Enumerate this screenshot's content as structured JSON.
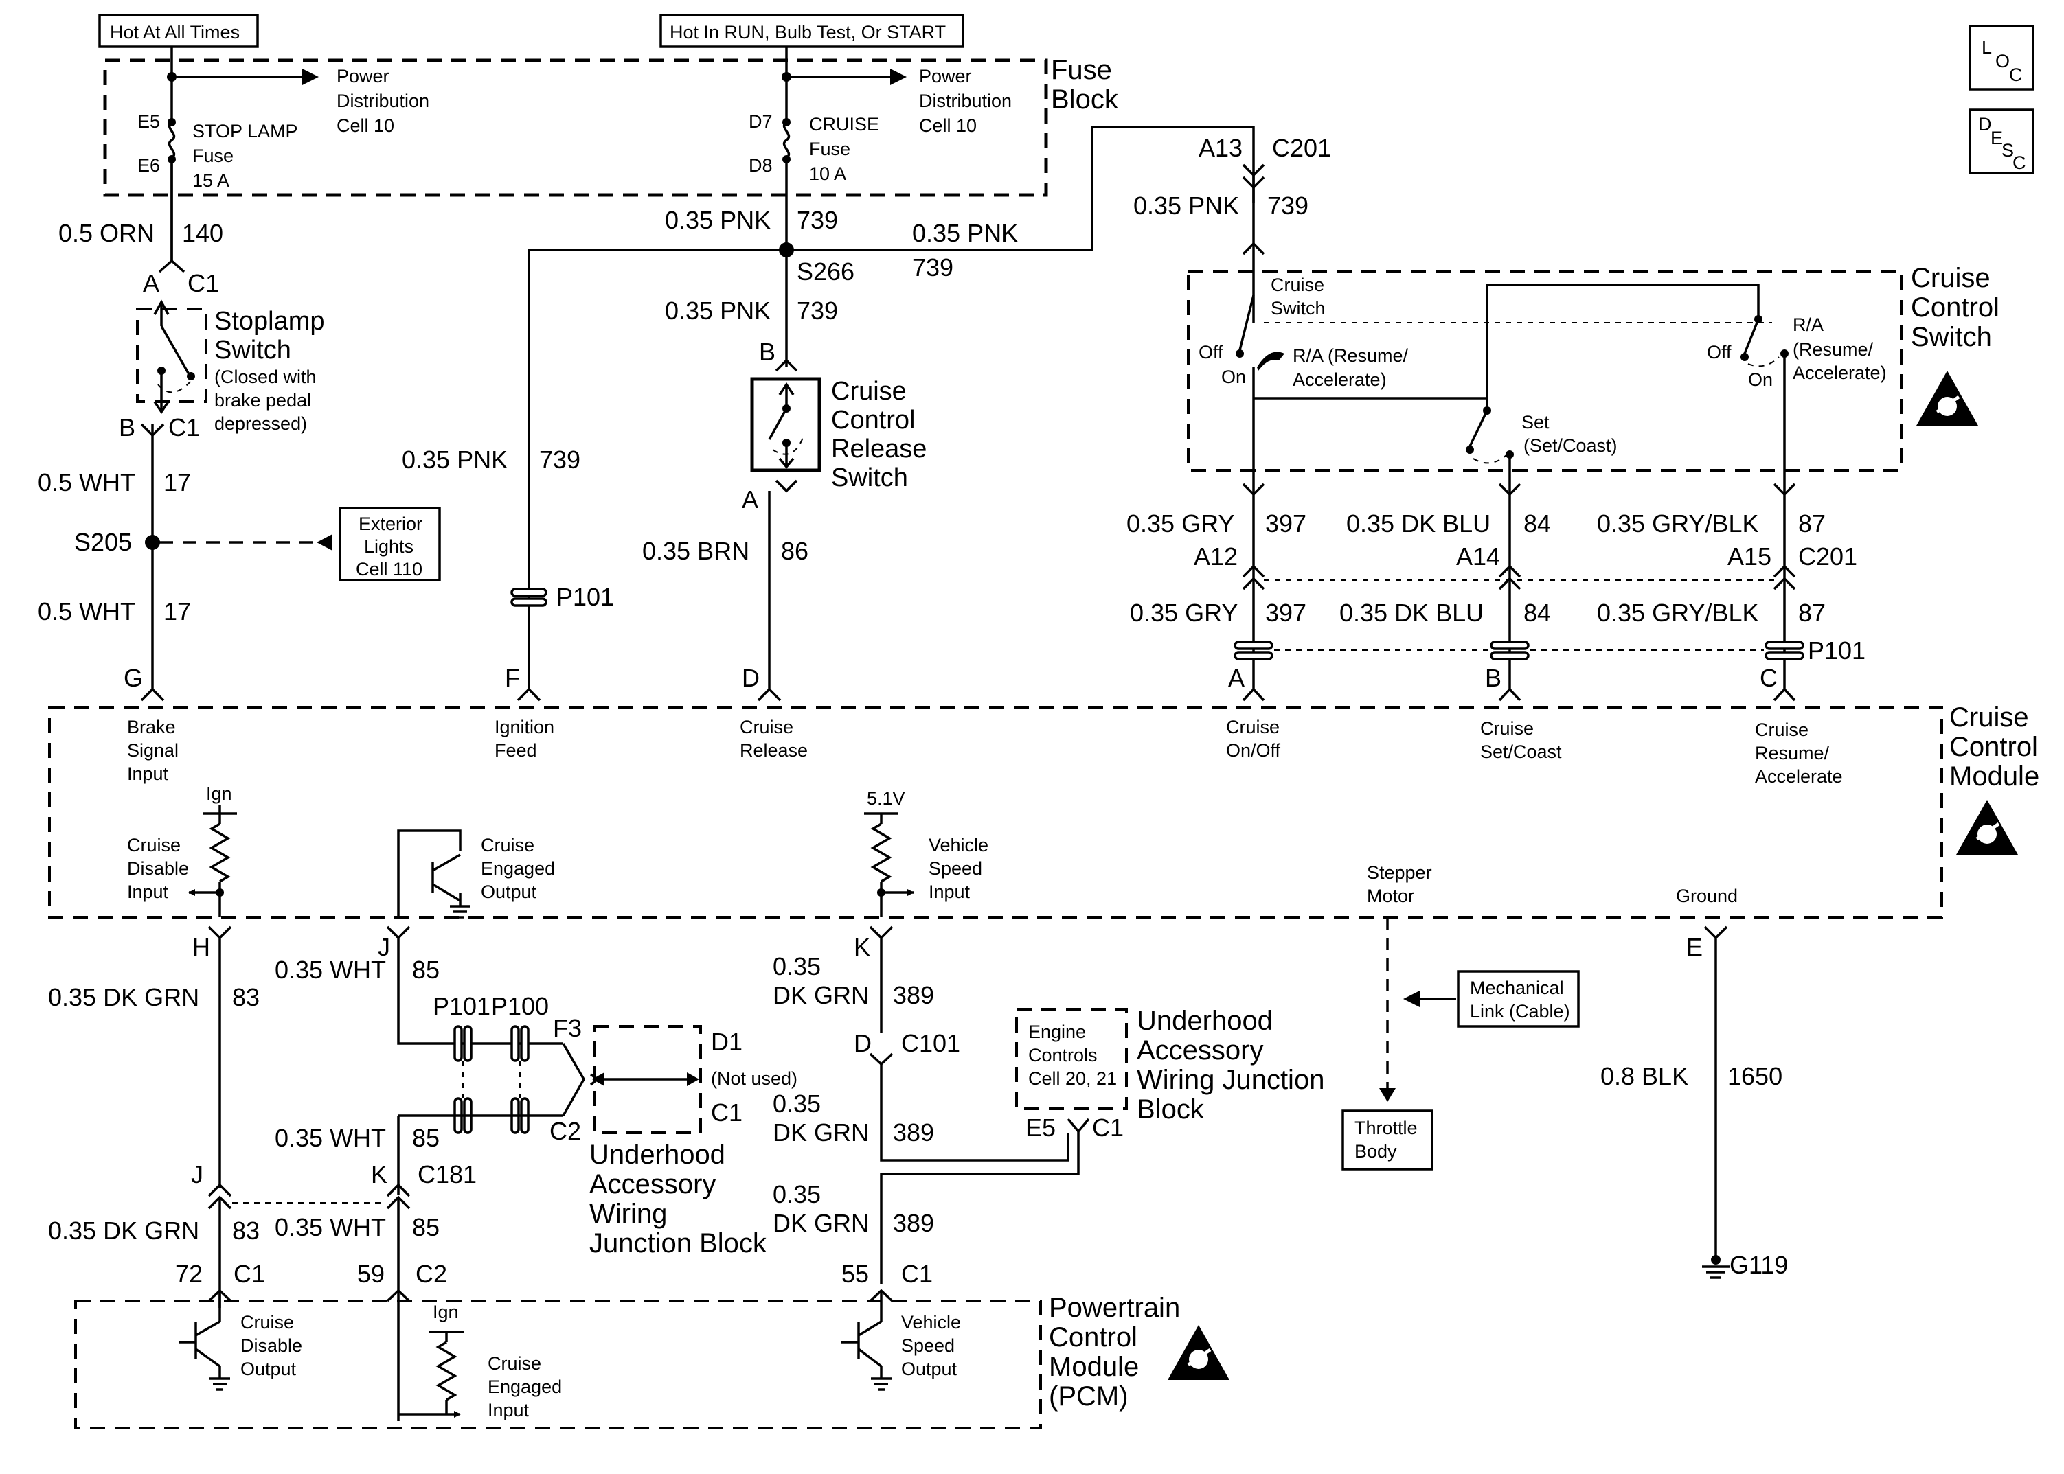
{
  "power_labels": {
    "hot_at_all_times": "Hot At All Times",
    "hot_in_run": "Hot In RUN, Bulb Test, Or START"
  },
  "fuse_block": {
    "title_line1": "Fuse",
    "title_line2": "Block",
    "pdc_left": [
      "Power",
      "Distribution",
      "Cell 10"
    ],
    "pdc_right": [
      "Power",
      "Distribution",
      "Cell 10"
    ],
    "stop_fuse": [
      "STOP LAMP",
      "Fuse",
      "15 A"
    ],
    "cruise_fuse": [
      "CRUISE",
      "Fuse",
      "10 A"
    ],
    "pins": {
      "e5": "E5",
      "e6": "E6",
      "d7": "D7",
      "d8": "D8"
    }
  },
  "icons": {
    "loc": [
      "L",
      "O",
      "C"
    ],
    "desc": [
      "D",
      "E",
      "S",
      "C"
    ]
  },
  "wires": {
    "orn_140": {
      "size": "0.5 ORN",
      "circuit": "140"
    },
    "pnk_fuse": {
      "size": "0.35 PNK",
      "circuit": "739"
    },
    "pnk_top": {
      "size": "0.35 PNK",
      "circuit": "739"
    },
    "pnk_s266": {
      "size": "0.35 PNK",
      "circuit": "739"
    },
    "pnk_switch": {
      "size": "0.35 PNK",
      "circuit": "739"
    },
    "pnk_ign": {
      "size": "0.35 PNK",
      "circuit": "739"
    },
    "wht_17_a": {
      "size": "0.5 WHT",
      "circuit": "17"
    },
    "wht_17_b": {
      "size": "0.5 WHT",
      "circuit": "17"
    },
    "brn_86": {
      "size": "0.35 BRN",
      "circuit": "86"
    },
    "gry_397_a": {
      "size": "0.35 GRY",
      "circuit": "397"
    },
    "gry_397_b": {
      "size": "0.35 GRY",
      "circuit": "397"
    },
    "blu_84_a": {
      "size": "0.35 DK BLU",
      "circuit": "84"
    },
    "blu_84_b": {
      "size": "0.35 DK BLU",
      "circuit": "84"
    },
    "grb_87_a": {
      "size": "0.35 GRY/BLK",
      "circuit": "87"
    },
    "grb_87_b": {
      "size": "0.35 GRY/BLK",
      "circuit": "87"
    },
    "dkgrn_83_a": {
      "size": "0.35 DK GRN",
      "circuit": "83"
    },
    "dkgrn_83_b": {
      "size": "0.35 DK GRN",
      "circuit": "83"
    },
    "wht_85_a": {
      "size": "0.35 WHT",
      "circuit": "85"
    },
    "wht_85_b": {
      "size": "0.35 WHT",
      "circuit": "85"
    },
    "wht_85_c": {
      "size": "0.35 WHT",
      "circuit": "85"
    },
    "dkgrn_389_a": {
      "size_l1": "0.35",
      "size_l2": "DK GRN",
      "circuit": "389"
    },
    "dkgrn_389_b": {
      "size_l1": "0.35",
      "size_l2": "DK GRN",
      "circuit": "389"
    },
    "dkgrn_389_c": {
      "size_l1": "0.35",
      "size_l2": "DK GRN",
      "circuit": "389"
    },
    "blk_1650": {
      "size": "0.8 BLK",
      "circuit": "1650"
    }
  },
  "connectors": {
    "c1_a": "A",
    "c1_a_name": "C1",
    "c1_b": "B",
    "c1_b_name": "C1",
    "a13": "A13",
    "c201_top": "C201",
    "s266": "S266",
    "s205": "S205",
    "rel_b": "B",
    "rel_a": "A",
    "a12": "A12",
    "a14": "A14",
    "a15": "A15",
    "c201_mid": "C201",
    "p101_left": "P101",
    "p101_right": "P101",
    "ccm_g": "G",
    "ccm_f": "F",
    "ccm_d": "D",
    "ccm_a": "A",
    "ccm_b": "B",
    "ccm_c": "C",
    "ccm_h": "H",
    "ccm_j": "J",
    "ccm_k": "K",
    "ccm_e": "E",
    "p101_mid": "P101",
    "p100": "P100",
    "f3": "F3",
    "c2_mid": "C2",
    "d1": "D1",
    "c1_uh": "C1",
    "d_c101": "D",
    "c101": "C101",
    "e5": "E5",
    "c1_e5": "C1",
    "j_c181": "J",
    "k_c181": "K",
    "c181": "C181",
    "pin72": "72",
    "c1_72": "C1",
    "pin59": "59",
    "c2_59": "C2",
    "pin55": "55",
    "c1_55": "C1",
    "g119": "G119"
  },
  "components": {
    "stoplamp": [
      "Stoplamp",
      "Switch"
    ],
    "stoplamp_note": [
      "(Closed with",
      "brake pedal",
      "depressed)"
    ],
    "exterior_lights": [
      "Exterior",
      "Lights",
      "Cell 110"
    ],
    "release_switch": [
      "Cruise",
      "Control",
      "Release",
      "Switch"
    ],
    "ccs_title": [
      "Cruise",
      "Control",
      "Switch"
    ],
    "ccs_cruise_switch": [
      "Cruise",
      "Switch"
    ],
    "ccs_off1": "Off",
    "ccs_on1": "On",
    "ccs_ra1": [
      "R/A (Resume/",
      "Accelerate)"
    ],
    "ccs_off2": "Off",
    "ccs_on2": "On",
    "ccs_ra2": [
      "R/A",
      "(Resume/",
      "Accelerate)"
    ],
    "ccs_set": [
      "Set",
      "(Set/Coast)"
    ],
    "ccm_title": [
      "Cruise",
      "Control",
      "Module"
    ],
    "ccm_brake": [
      "Brake",
      "Signal",
      "Input"
    ],
    "ccm_ign_feed": [
      "Ignition",
      "Feed"
    ],
    "ccm_release": [
      "Cruise",
      "Release"
    ],
    "ccm_onoff": [
      "Cruise",
      "On/Off"
    ],
    "ccm_setcoast": [
      "Cruise",
      "Set/Coast"
    ],
    "ccm_resume": [
      "Cruise",
      "Resume/",
      "Accelerate"
    ],
    "ccm_ign": "Ign",
    "ccm_disable": [
      "Cruise",
      "Disable",
      "Input"
    ],
    "ccm_engaged": [
      "Cruise",
      "Engaged",
      "Output"
    ],
    "ccm_5v": "5.1V",
    "ccm_vss": [
      "Vehicle",
      "Speed",
      "Input"
    ],
    "ccm_stepper": [
      "Stepper",
      "Motor"
    ],
    "ccm_ground": "Ground",
    "mech_link": [
      "Mechanical",
      "Link (Cable)"
    ],
    "throttle": [
      "Throttle",
      "Body"
    ],
    "engine_controls": [
      "Engine",
      "Controls",
      "Cell 20, 21"
    ],
    "uh_block_right": [
      "Underhood",
      "Accessory",
      "Wiring Junction",
      "Block"
    ],
    "uh_block_left": [
      "Underhood",
      "Accessory",
      "Wiring",
      "Junction Block"
    ],
    "not_used": "(Not used)",
    "pcm_title": [
      "Powertrain",
      "Control",
      "Module",
      "(PCM)"
    ],
    "pcm_disable": [
      "Cruise",
      "Disable",
      "Output"
    ],
    "pcm_ign": "Ign",
    "pcm_engaged": [
      "Cruise",
      "Engaged",
      "Input"
    ],
    "pcm_vss": [
      "Vehicle",
      "Speed",
      "Output"
    ]
  }
}
